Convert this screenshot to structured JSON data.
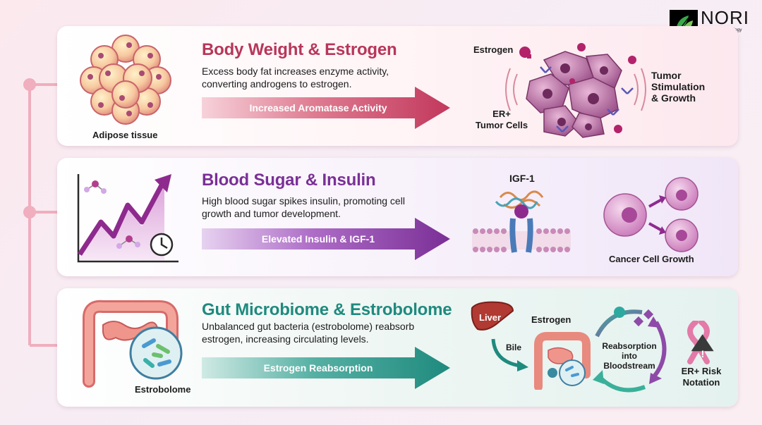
{
  "logo": {
    "name": "NORI",
    "subtitle_line1": "Nutritional Oncology",
    "subtitle_line2": "Research Institute"
  },
  "colors": {
    "panel1_accent": "#b8365a",
    "panel2_accent": "#7a2f96",
    "panel3_accent": "#1f8a7e",
    "connector": "#f0aebe"
  },
  "panels": [
    {
      "title": "Body Weight & Estrogen",
      "description": "Excess body fat increases enzyme activity, converting androgens to estrogen.",
      "arrow_label": "Increased Aromatase Activity",
      "left_label": "Adipose tissue",
      "labels": {
        "estrogen": "Estrogen",
        "er_cells_1": "ER+",
        "er_cells_2": "Tumor Cells",
        "stim_1": "Tumor",
        "stim_2": "Stimulation",
        "stim_3": "& Growth"
      }
    },
    {
      "title": "Blood Sugar & Insulin",
      "description": "High blood sugar spikes insulin, promoting cell growth and tumor development.",
      "arrow_label": "Elevated Insulin & IGF-1",
      "labels": {
        "igf": "IGF-1",
        "cancer_growth": "Cancer Cell Growth"
      }
    },
    {
      "title": "Gut Microbiome & Estrobolome",
      "description": "Unbalanced gut bacteria (estrobolome) reabsorb estrogen, increasing circulating levels.",
      "arrow_label": "Estrogen Reabsorption",
      "left_label": "Estrobolome",
      "labels": {
        "liver": "Liver",
        "estrogen": "Estrogen",
        "bile": "Bile",
        "reabs_1": "Reabsorption",
        "reabs_2": "into Bloodstream",
        "risk_1": "ER+ Risk",
        "risk_2": "Notation"
      }
    }
  ]
}
